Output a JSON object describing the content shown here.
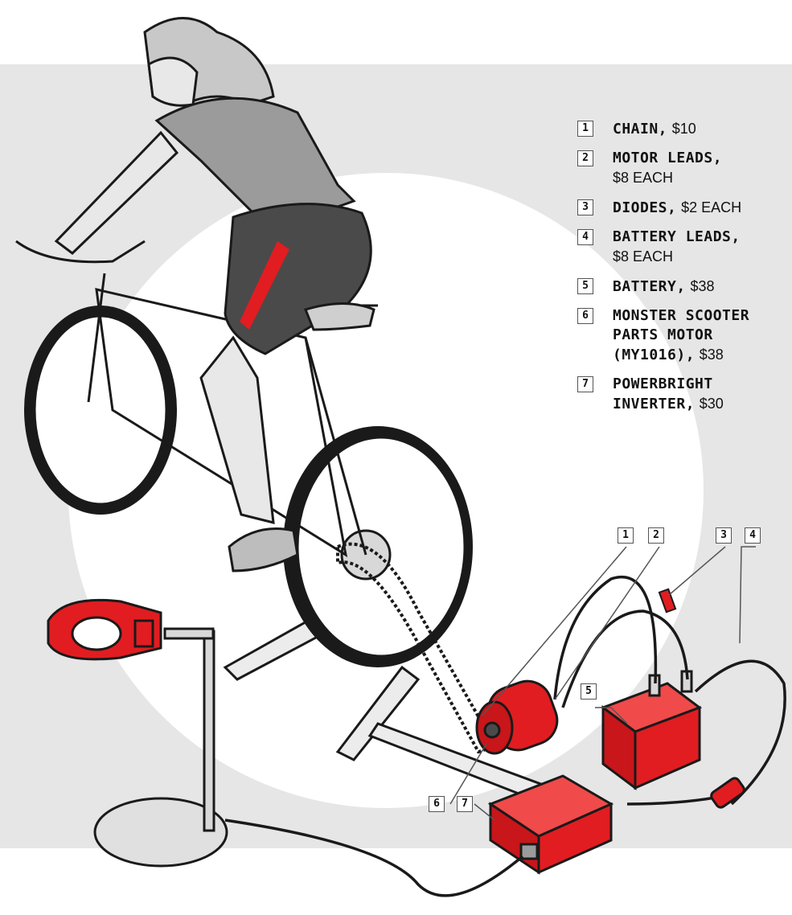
{
  "legend": [
    {
      "num": "1",
      "name": "CHAIN,",
      "price": "$10"
    },
    {
      "num": "2",
      "name": "MOTOR LEADS,",
      "price": "$8 EACH"
    },
    {
      "num": "3",
      "name": "DIODES,",
      "price": "$2 EACH"
    },
    {
      "num": "4",
      "name": "BATTERY LEADS,",
      "price": "$8 EACH"
    },
    {
      "num": "5",
      "name": "BATTERY,",
      "price": "$38"
    },
    {
      "num": "6",
      "name": "MONSTER SCOOTER\nPARTS MOTOR\n(MY1016),",
      "price": "$38"
    },
    {
      "num": "7",
      "name": "POWERBRIGHT\nINVERTER,",
      "price": "$30"
    }
  ],
  "callouts": [
    "1",
    "2",
    "3",
    "4",
    "5",
    "6",
    "7"
  ],
  "colors": {
    "accent_red": "#e11d21",
    "background_gray": "#e6e6e6",
    "circle_white": "#ffffff",
    "outline": "#1a1a1a",
    "shirt_gray": "#9b9b9b",
    "shorts_gray": "#4a4a4a"
  }
}
